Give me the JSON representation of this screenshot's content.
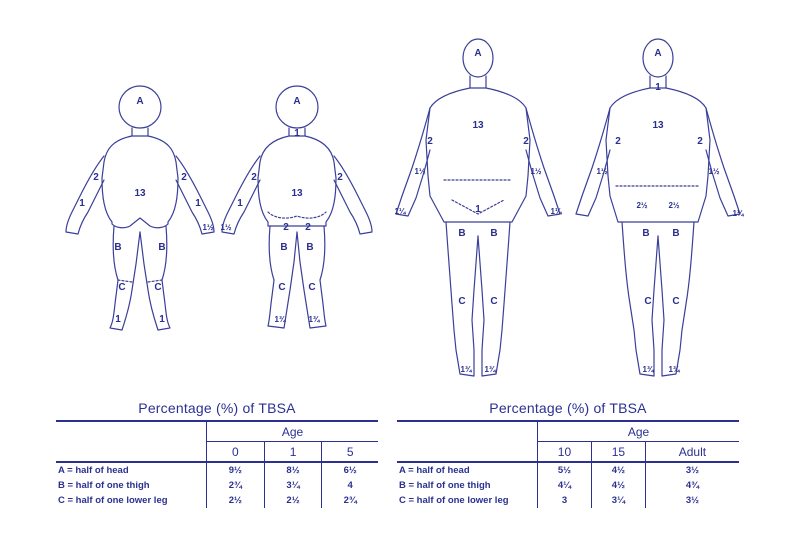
{
  "figures": [
    {
      "name": "infant-front",
      "labels": [
        "A",
        "13",
        "2",
        "2",
        "1",
        "1",
        "1½",
        "B",
        "B",
        "C",
        "C",
        "1",
        "1"
      ]
    },
    {
      "name": "infant-back",
      "labels": [
        "A",
        "1",
        "13",
        "2",
        "2",
        "1",
        "2",
        "2",
        "1½",
        "B",
        "B",
        "C",
        "C",
        "1¾",
        "1¾"
      ]
    },
    {
      "name": "adult-front",
      "labels": [
        "A",
        "13",
        "2",
        "2",
        "1½",
        "1½",
        "1",
        "1¼",
        "1¼",
        "B",
        "B",
        "C",
        "C",
        "1¾",
        "1¾"
      ]
    },
    {
      "name": "adult-back",
      "labels": [
        "A",
        "1",
        "13",
        "2",
        "2",
        "1½",
        "1½",
        "2½",
        "2½",
        "1¼",
        "B",
        "B",
        "C",
        "C",
        "1¾",
        "1¾"
      ]
    }
  ],
  "tables": [
    {
      "title": "Percentage (%) of TBSA",
      "age_label": "Age",
      "columns": [
        "0",
        "1",
        "5"
      ],
      "rows": [
        {
          "label": "A = half of head",
          "values": [
            "9½",
            "8½",
            "6½"
          ]
        },
        {
          "label": "B = half of one thigh",
          "values": [
            "2¾",
            "3¼",
            "4"
          ]
        },
        {
          "label": "C = half of one lower leg",
          "values": [
            "2½",
            "2½",
            "2¾"
          ]
        }
      ]
    },
    {
      "title": "Percentage (%) of TBSA",
      "age_label": "Age",
      "columns": [
        "10",
        "15",
        "Adult"
      ],
      "rows": [
        {
          "label": "A = half of head",
          "values": [
            "5½",
            "4½",
            "3½"
          ]
        },
        {
          "label": "B = half of one thigh",
          "values": [
            "4¼",
            "4½",
            "4¾"
          ]
        },
        {
          "label": "C = half of one lower leg",
          "values": [
            "3",
            "3¼",
            "3½"
          ]
        }
      ]
    }
  ],
  "colors": {
    "ink": "#2b3091",
    "paper": "#ffffff"
  }
}
